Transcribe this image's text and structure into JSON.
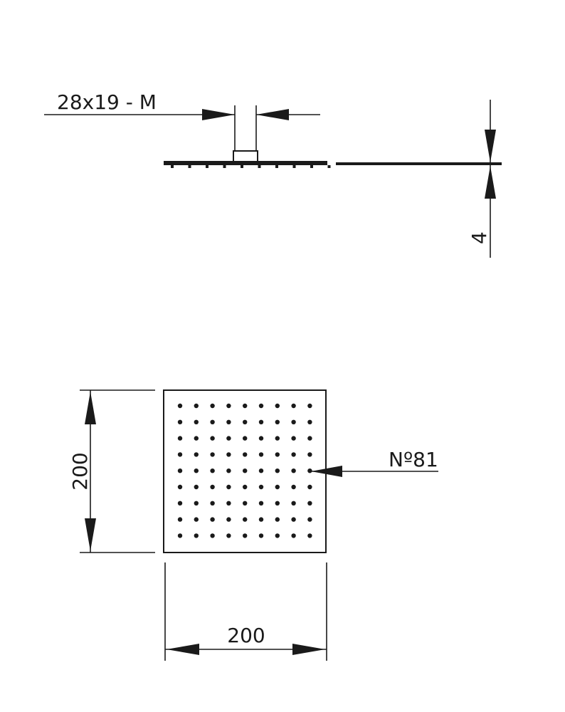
{
  "side_view": {
    "connection_label": "28x19 - M",
    "thickness_label": "4"
  },
  "top_view": {
    "height_label": "200",
    "width_label": "200",
    "nozzle_label": "Nº81",
    "nozzle_rows": 9,
    "nozzle_cols": 9
  },
  "colors": {
    "ink": "#1a1a1a",
    "background": "#ffffff"
  }
}
